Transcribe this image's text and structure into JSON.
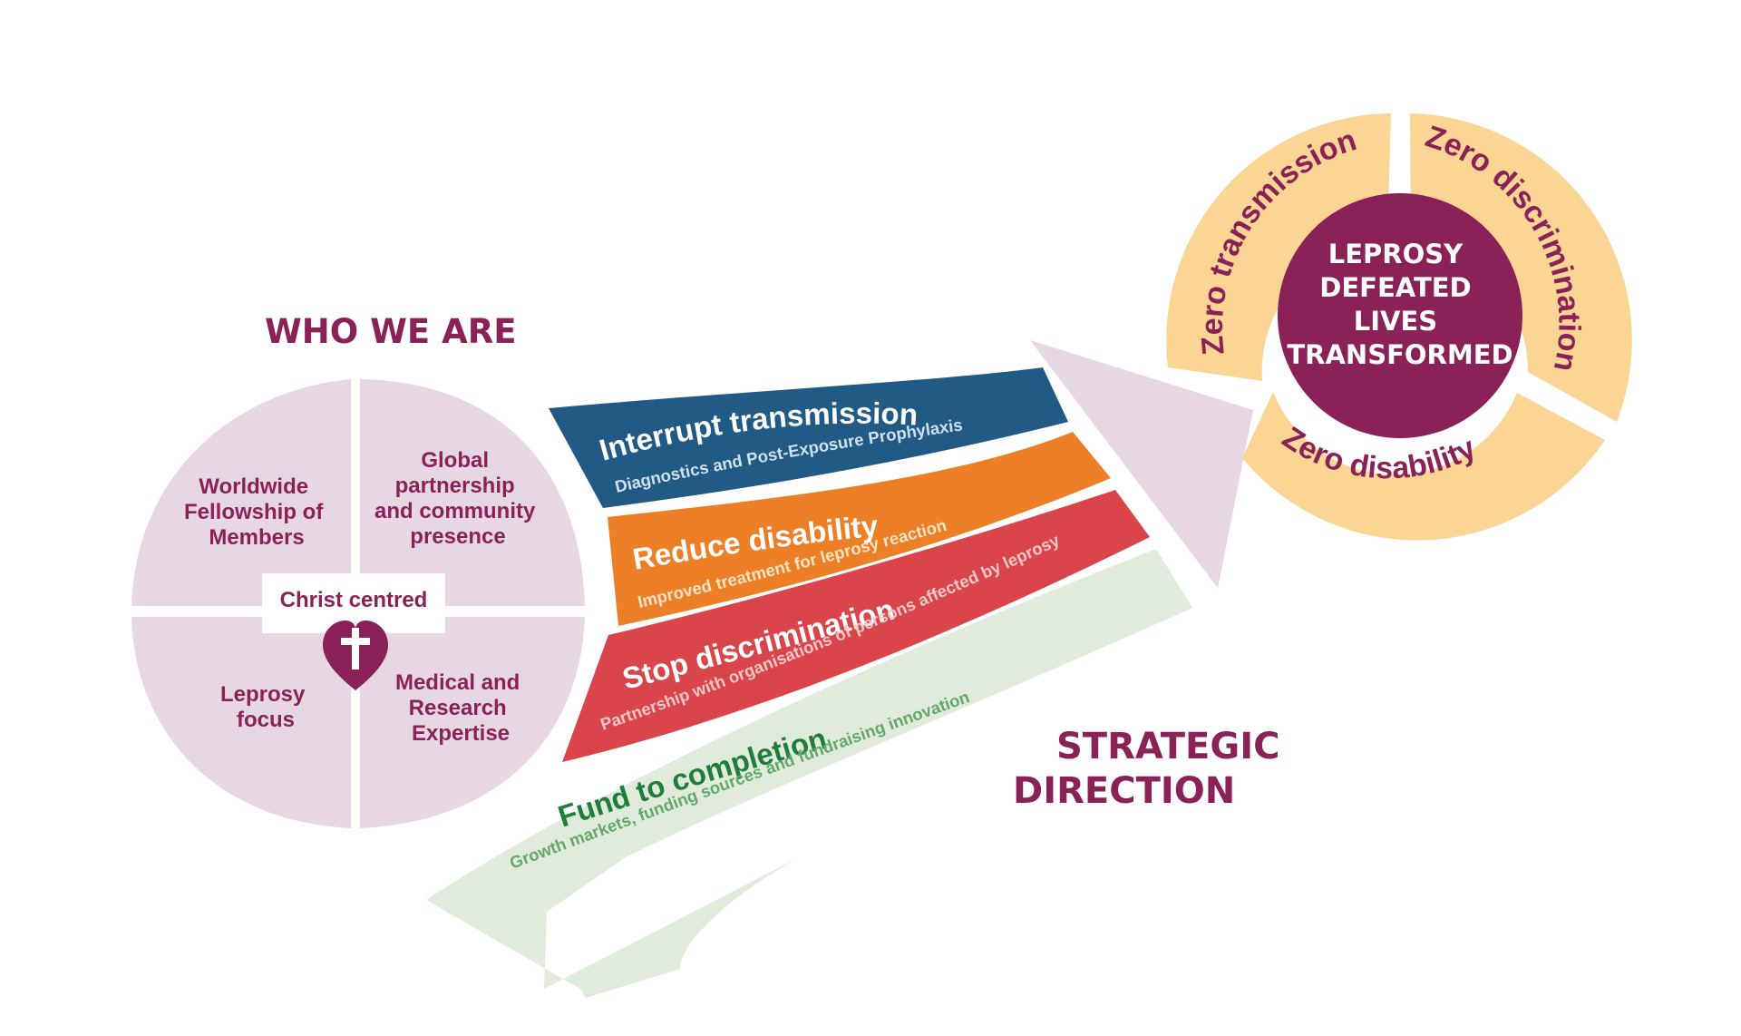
{
  "colors": {
    "primary": "#8b2257",
    "who_bg": "#e6d7e2",
    "interrupt": "#215a85",
    "reduce": "#ed7f26",
    "stop": "#d9454a",
    "fund_bg": "#e1ebdc",
    "fund_text": "#1e7e3a",
    "fund_sub": "#62a96a",
    "ring": "#fbd594"
  },
  "who_we_are": {
    "heading": "WHO WE ARE",
    "quadrants": {
      "top_left": [
        "Worldwide",
        "Fellowship of",
        "Members"
      ],
      "top_right": [
        "Global",
        "partnership",
        "and community",
        "presence"
      ],
      "bottom_left": [
        "Leprosy",
        "focus"
      ],
      "bottom_right": [
        "Medical and",
        "Research",
        "Expertise"
      ]
    },
    "center_label": "Christ centred",
    "center_icon": "heart-with-cross-icon"
  },
  "strategic_direction": {
    "heading": [
      "STRATEGIC",
      "DIRECTION"
    ],
    "bands": [
      {
        "title": "Interrupt transmission",
        "subtitle": "Diagnostics and Post-Exposure Prophylaxis"
      },
      {
        "title": "Reduce disability",
        "subtitle": "Improved treatment for leprosy reaction"
      },
      {
        "title": "Stop discrimination",
        "subtitle": "Partnership with organisations of persons affected by leprosy"
      },
      {
        "title": "Fund to completion",
        "subtitle": "Growth markets, funding sources and fundraising innovation"
      }
    ]
  },
  "goal": {
    "ring_segments": [
      "Zero transmission",
      "Zero discrimination",
      "Zero disability"
    ],
    "center": [
      "LEPROSY",
      "DEFEATED",
      "LIVES",
      "TRANSFORMED"
    ]
  }
}
